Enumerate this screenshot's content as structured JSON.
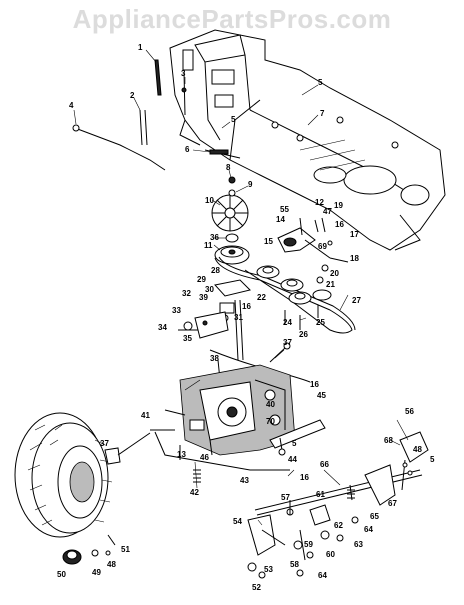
{
  "watermark": "AppliancePartsPros.com",
  "callouts": [
    "1",
    "2",
    "3",
    "4",
    "5",
    "5",
    "5",
    "5",
    "6",
    "7",
    "8",
    "9",
    "10",
    "11",
    "12",
    "13",
    "14",
    "15",
    "16",
    "16",
    "16",
    "16",
    "17",
    "18",
    "19",
    "20",
    "21",
    "22",
    "24",
    "25",
    "26",
    "27",
    "28",
    "29",
    "30",
    "31",
    "32",
    "33",
    "34",
    "35",
    "36",
    "37",
    "37",
    "38",
    "39",
    "40",
    "41",
    "42",
    "43",
    "44",
    "45",
    "46",
    "47",
    "48",
    "48",
    "49",
    "50",
    "51",
    "52",
    "53",
    "54",
    "55",
    "56",
    "57",
    "58",
    "59",
    "60",
    "61",
    "62",
    "63",
    "64",
    "64",
    "65",
    "66",
    "67",
    "68",
    "69",
    "70"
  ]
}
